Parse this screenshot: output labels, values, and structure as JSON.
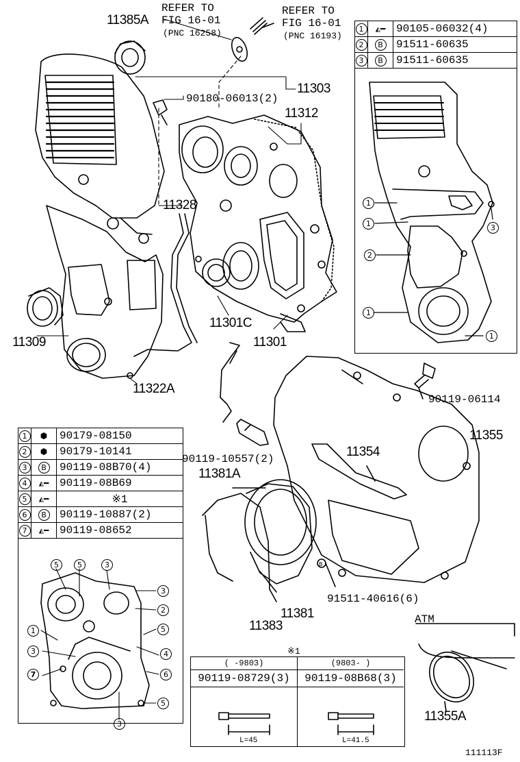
{
  "labels": {
    "l11385A": "11385A",
    "refer1_a": "REFER TO",
    "refer1_b": "FIG 16-01",
    "refer1_c": "(PNC 16258)",
    "refer2_a": "REFER TO",
    "refer2_b": "FIG 16-01",
    "refer2_c": "(PNC 16193)",
    "l11303": "11303",
    "l90180": "90180-06013(2)",
    "l11312": "11312",
    "l11328": "11328",
    "l11301C": "11301C",
    "l11301": "11301",
    "l11309": "11309",
    "l11322A": "11322A",
    "l90119_06114": "90119-06114",
    "l11355": "11355",
    "l11354": "11354",
    "l90119_10557": "90119-10557(2)",
    "l11381A": "11381A",
    "l91511_40616": "91511-40616(6)",
    "l11381": "11381",
    "l11383": "11383",
    "atm": "ATM",
    "l11355A": "11355A",
    "asterisk_note": "※1",
    "figure_code": "111113F"
  },
  "table_top_right": {
    "rows": [
      {
        "num": "1",
        "icon": "bolt-icon",
        "part": "90105-06032(4)"
      },
      {
        "num": "2",
        "icon": "B",
        "part": "91511-60635"
      },
      {
        "num": "3",
        "icon": "B",
        "part": "91511-60635"
      }
    ]
  },
  "table_left": {
    "rows": [
      {
        "num": "1",
        "icon": "nut-icon",
        "part": "90179-08150"
      },
      {
        "num": "2",
        "icon": "nut-icon",
        "part": "90179-10141"
      },
      {
        "num": "3",
        "icon": "B",
        "part": "90119-08B70(4)"
      },
      {
        "num": "4",
        "icon": "bolt-icon",
        "part": "90119-08B69"
      },
      {
        "num": "5",
        "icon": "bolt-icon",
        "part": "※1"
      },
      {
        "num": "6",
        "icon": "B",
        "part": "90119-10887(2)"
      },
      {
        "num": "7",
        "icon": "bolt-icon",
        "part": "90119-08652"
      }
    ]
  },
  "variant_table": {
    "left_header": "(   -9803)",
    "right_header": "(9803-   )",
    "left_part": "90119-08729(3)",
    "right_part": "90119-08B68(3)",
    "left_dim": "L=45",
    "right_dim": "L=41.5"
  },
  "callouts_inset_right": [
    "1",
    "1",
    "2",
    "1",
    "1",
    "3"
  ],
  "callouts_inset_left": [
    "5",
    "5",
    "3",
    "3",
    "2",
    "5",
    "4",
    "6",
    "5",
    "3",
    "1",
    "3",
    "7"
  ]
}
